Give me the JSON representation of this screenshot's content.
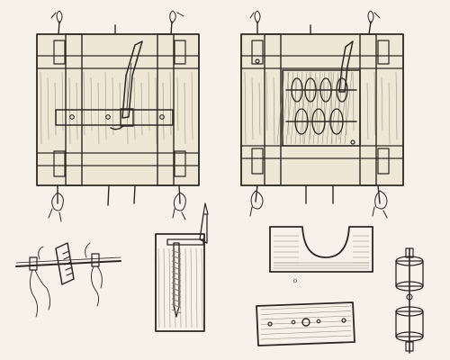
{
  "figure": {
    "background": "#f6f2e9",
    "ink": "#2b2722",
    "wood": "#eee7d6",
    "texture": "#8a8275",
    "parts": [
      "loom-frame-closed",
      "loom-frame-open",
      "spindle-crossbar-assembly",
      "crank-screw-block",
      "cradle-block",
      "drilled-plank",
      "bobbin-pair"
    ]
  }
}
